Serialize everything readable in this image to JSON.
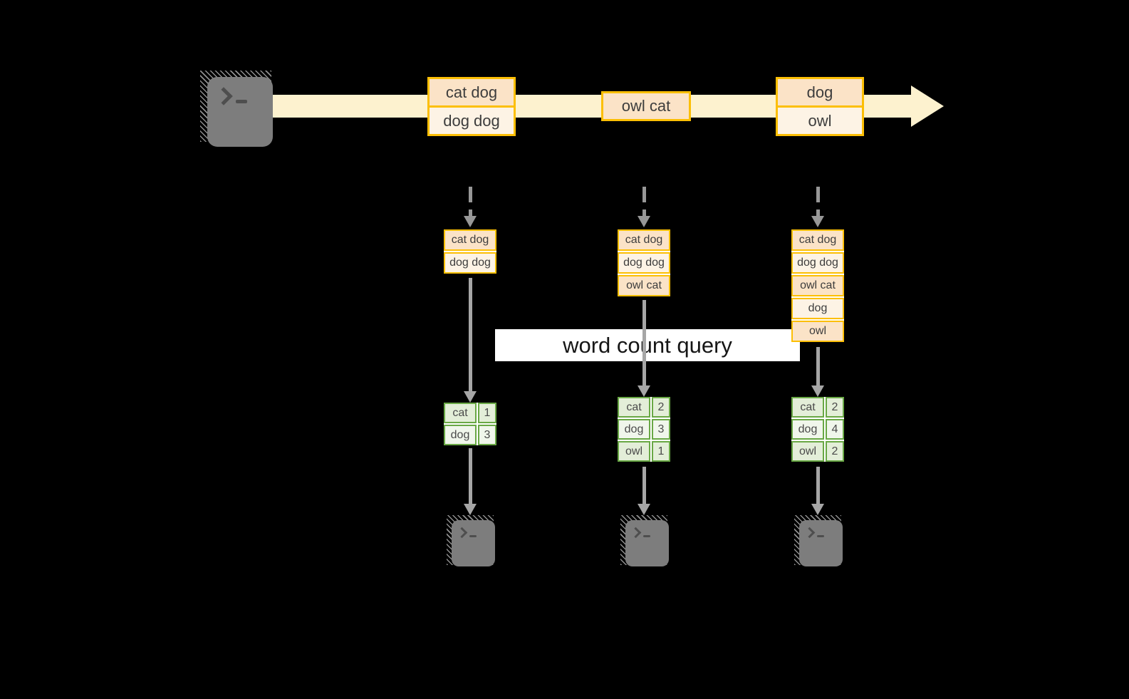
{
  "banner": {
    "label": "word count query",
    "bg": "#ffffff"
  },
  "stream": {
    "source_icon": "terminal-icon",
    "band_color": "#fdf2cf",
    "events": [
      {
        "lines": [
          "cat dog",
          "dog dog"
        ]
      },
      {
        "lines": [
          "owl cat"
        ]
      },
      {
        "lines": [
          "dog",
          "owl"
        ]
      }
    ]
  },
  "columns": [
    {
      "buffer": [
        "cat dog",
        "dog dog"
      ],
      "counts": [
        [
          "cat",
          "1"
        ],
        [
          "dog",
          "3"
        ]
      ],
      "sink_icon": "terminal-icon"
    },
    {
      "buffer": [
        "cat dog",
        "dog dog",
        "owl cat"
      ],
      "counts": [
        [
          "cat",
          "2"
        ],
        [
          "dog",
          "3"
        ],
        [
          "owl",
          "1"
        ]
      ],
      "sink_icon": "terminal-icon"
    },
    {
      "buffer": [
        "cat dog",
        "dog dog",
        "owl cat",
        "dog",
        "owl"
      ],
      "counts": [
        [
          "cat",
          "2"
        ],
        [
          "dog",
          "4"
        ],
        [
          "owl",
          "2"
        ]
      ],
      "sink_icon": "terminal-icon"
    }
  ],
  "colors": {
    "background": "#000000",
    "amber_border": "#fcbf05",
    "peach_row": "#fbe3c7",
    "cream_row": "#fdf3e5",
    "stream_band": "#fdf2cf",
    "green_border": "#69a845",
    "green_cell": "#e3eed8",
    "green_cell_light": "#f0f6eb",
    "arrow_gray": "#a6a6a6",
    "terminal_gray": "#7d7d7d"
  }
}
